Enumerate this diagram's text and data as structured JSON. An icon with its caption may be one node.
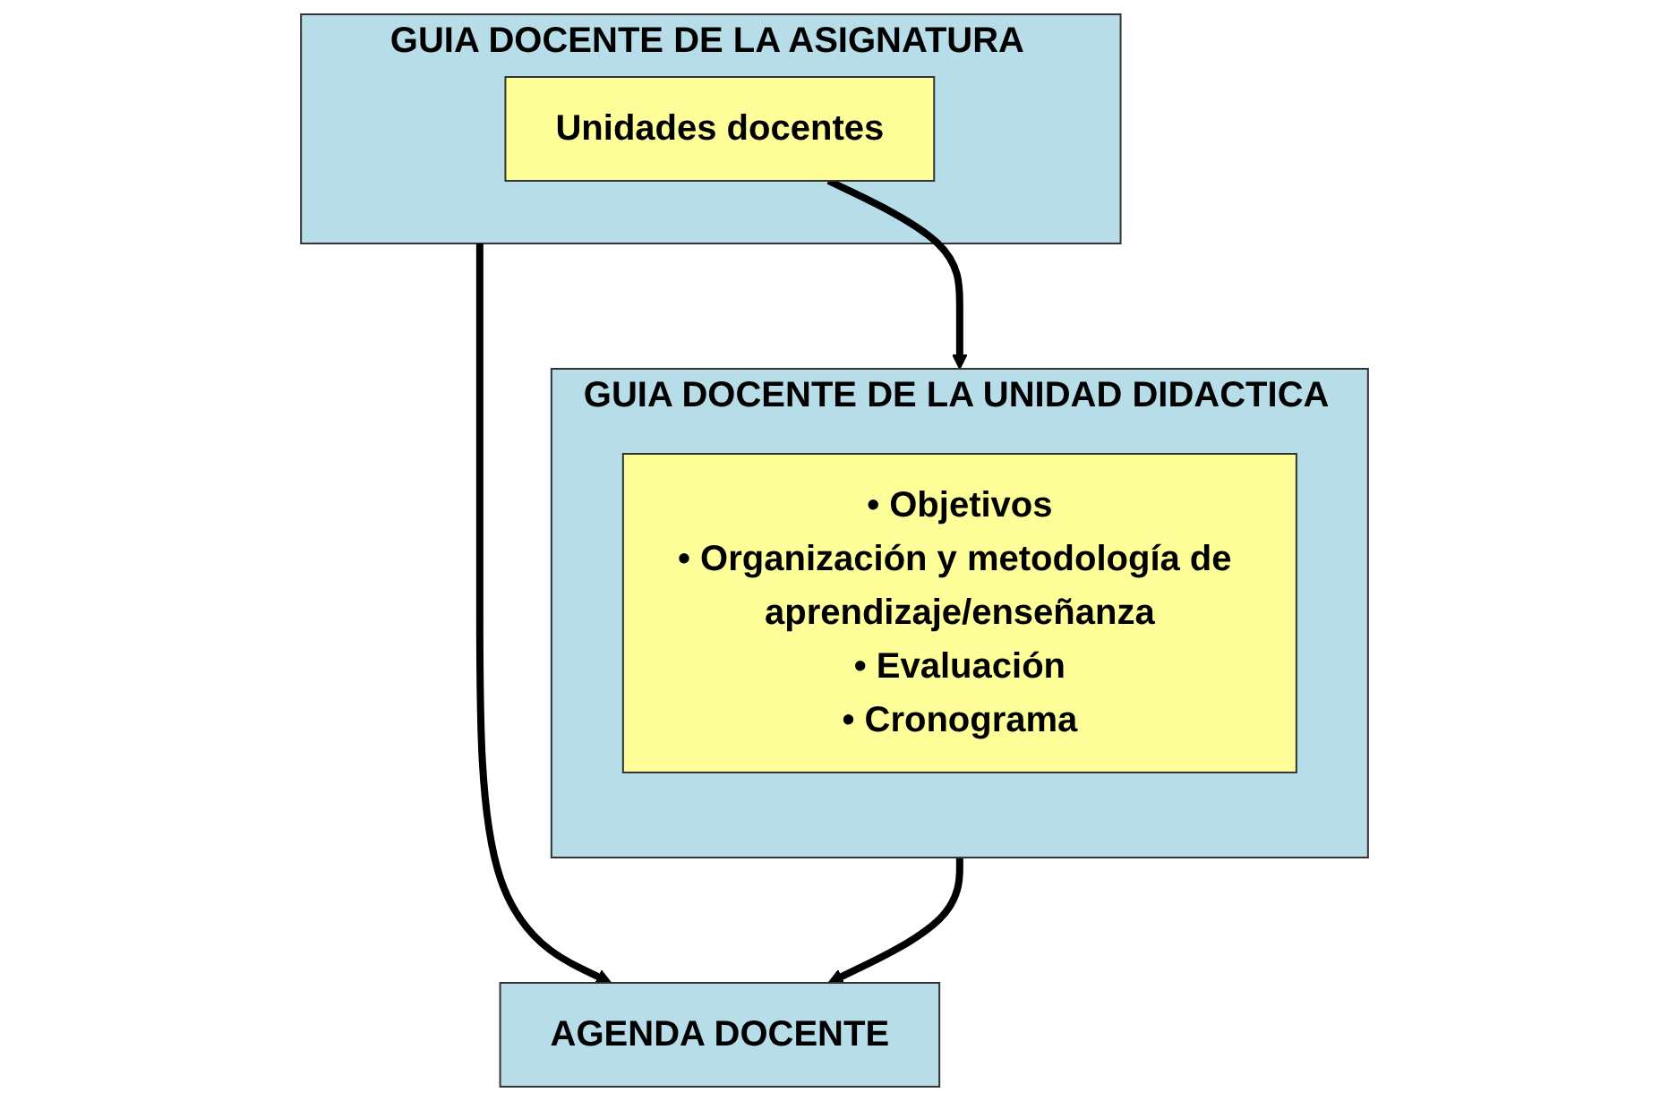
{
  "diagram": {
    "nodes": [
      {
        "text": [
          "GUIA DOCENTE DE LA ASIGNATURA"
        ]
      },
      {
        "text": [
          "Unidades docentes"
        ],
        "in": 0
      },
      {
        "text": [
          "GUIA DOCENTE DE LA UNIDAD DIDACTICA"
        ]
      },
      {
        "text": [
          "• Objetivos",
          "• Organización y metodología de aprendizaje/enseñanza",
          "• Evaluación",
          "• Cronograma"
        ],
        "in": 2
      },
      {
        "text": [
          "AGENDA DOCENTE"
        ]
      }
    ],
    "edges": [
      {
        "from": 1,
        "to": 2,
        "arrow": "to"
      },
      {
        "from": 0,
        "to": 4,
        "arrow": "to"
      },
      {
        "from": 2,
        "to": 4,
        "arrow": "to"
      }
    ]
  }
}
